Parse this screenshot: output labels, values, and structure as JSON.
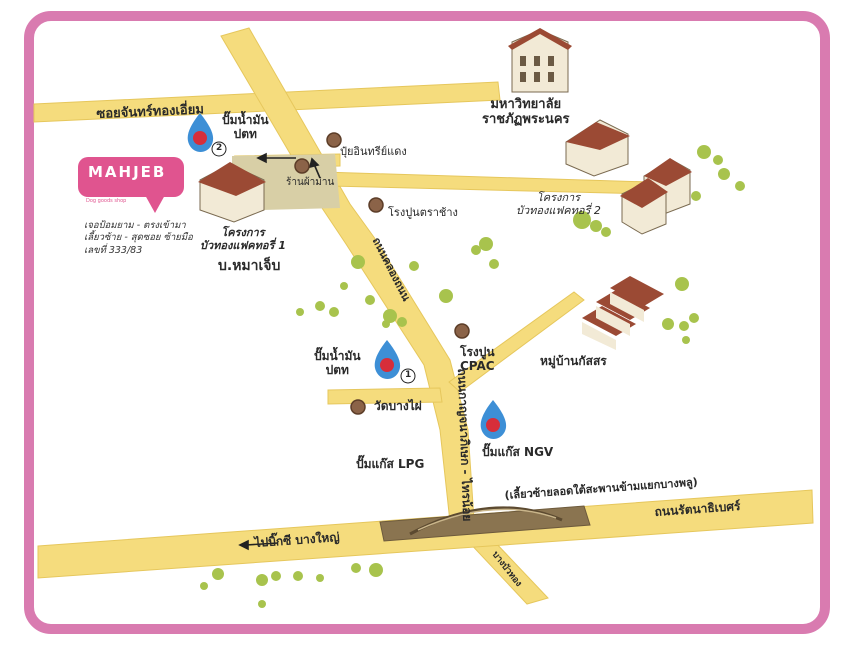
{
  "map": {
    "roads": {
      "soi_chantorn": "ซอยจันทร์ทองเอี่ยม",
      "khlong_thanon": "ถนนคลองถนน",
      "kanchanaphisek": "ถนนกาญจนาภิเษก - ไทรน้อย",
      "rattanathibet": "ถนนรัตนาธิเบศร์",
      "bang_yai": "ไปบิ๊กซี บางใหญ่",
      "bang_plu": "(เลี้ยวซ้ายลอดใต้สะพานข้ามแยกบางพลู)",
      "bang_bua_thong": "บางบัวทอง"
    },
    "places": {
      "university": [
        "มหาวิทยาลัย",
        "ราชภัฏพระนคร"
      ],
      "project2": [
        "โครงการ",
        "บัวทองแฟคทอรี่ 2"
      ],
      "project1": [
        "โครงการ",
        "บัวทองแฟคทอรี่ 1"
      ],
      "mahjeb": "บ.หมาเจ็บ",
      "factory_shop": "ร้านผ้าม่าน",
      "fertilizer": "ปุ๋ยอินทรีย์แดง",
      "cement_elephant": "โรงปูนตราช้าง",
      "cement_cpac": [
        "โรงปูน",
        "CPAC"
      ],
      "village": "หมู่บ้านกัสสร",
      "temple": "วัดบางไผ่",
      "gas_lpg": "ปั๊มแก๊ส LPG",
      "gas_ngv": "ปั๊มแก๊ส NGV",
      "ptt_2": [
        "ปั๊มน้ำมัน",
        "ปตท"
      ],
      "ptt_1": [
        "ปั๊มน้ำมัน",
        "ปตท"
      ],
      "ptt_2_num": "2",
      "ptt_1_num": "1"
    },
    "logo": {
      "brand": "MAHJEB",
      "tagline": "Dog goods shop "
    },
    "address": [
      "เจอป้อมยาม - ตรงเข้ามา",
      "เลี้ยวซ้าย - สุดซอย ซ้ายมือ",
      "เลขที่ 333/83"
    ],
    "colors": {
      "frame": "#d97bb0",
      "road": "#f5dc7d",
      "road_edge": "#e6c75c",
      "tree": "#a8c34d",
      "marker": "#8b6348",
      "ptt_blue": "#3d8fd6",
      "ptt_red": "#d72e3a",
      "logo": "#e0548f"
    }
  }
}
